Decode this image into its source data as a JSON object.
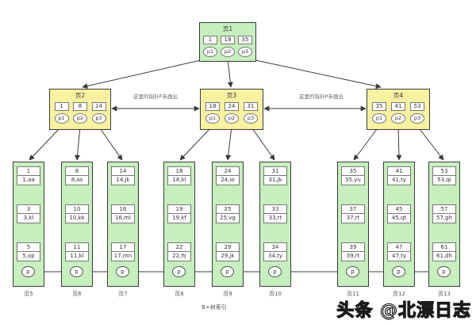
{
  "diagram": {
    "caption": "B+树索引",
    "watermark": "头条 @北漂日志",
    "pointer_note": "这里的指针P未画出",
    "colors": {
      "leaf_fill": "#c6efbd",
      "internal_fill": "#f7f1a0",
      "cell_fill": "#ffffff",
      "line": "#3a3a3a"
    }
  },
  "root": {
    "title": "页1",
    "keys": [
      "1",
      "18",
      "35"
    ],
    "pointers": [
      "p1",
      "p2",
      "p3"
    ]
  },
  "internal_nodes": [
    {
      "title": "页2",
      "keys": [
        "1",
        "8",
        "14"
      ],
      "pointers": [
        "p1",
        "p2",
        "p3"
      ]
    },
    {
      "title": "页3",
      "keys": [
        "18",
        "24",
        "31"
      ],
      "pointers": [
        "p1",
        "p2",
        "p3"
      ]
    },
    {
      "title": "页4",
      "keys": [
        "35",
        "41",
        "53"
      ],
      "pointers": [
        "p1",
        "p2",
        "p3"
      ]
    }
  ],
  "leaves": [
    {
      "title": "页5",
      "pointer": "p",
      "records": [
        {
          "key": "1",
          "row": "1,aa"
        },
        {
          "key": "3",
          "row": "3,kl"
        },
        {
          "key": "5",
          "row": "5,op"
        }
      ]
    },
    {
      "title": "页6",
      "pointer": "p",
      "records": [
        {
          "key": "8",
          "row": "8,as"
        },
        {
          "key": "10",
          "row": "10,kk"
        },
        {
          "key": "11",
          "row": "11,kl"
        }
      ]
    },
    {
      "title": "页7",
      "pointer": "p",
      "records": [
        {
          "key": "14",
          "row": "14,jk"
        },
        {
          "key": "16",
          "row": "16,ml"
        },
        {
          "key": "17",
          "row": "17,mn"
        }
      ]
    },
    {
      "title": "页8",
      "pointer": "p",
      "records": [
        {
          "key": "18",
          "row": "18,kl"
        },
        {
          "key": "19",
          "row": "19,kf"
        },
        {
          "key": "22",
          "row": "22,hj"
        }
      ]
    },
    {
      "title": "页9",
      "pointer": "p",
      "records": [
        {
          "key": "24",
          "row": "24,io"
        },
        {
          "key": "25",
          "row": "25,vg"
        },
        {
          "key": "29",
          "row": "29,jk"
        }
      ]
    },
    {
      "title": "页10",
      "pointer": "p",
      "records": [
        {
          "key": "31",
          "row": "31,jk"
        },
        {
          "key": "33",
          "row": "33,rt"
        },
        {
          "key": "34",
          "row": "34,ty"
        }
      ]
    },
    {
      "title": "页11",
      "pointer": "p",
      "records": [
        {
          "key": "35",
          "row": "35,yu"
        },
        {
          "key": "37",
          "row": "37,rt"
        },
        {
          "key": "39",
          "row": "39,rt"
        }
      ]
    },
    {
      "title": "页12",
      "pointer": "p",
      "records": [
        {
          "key": "41",
          "row": "41,ty"
        },
        {
          "key": "45",
          "row": "45,qt"
        },
        {
          "key": "47",
          "row": "47,ty"
        }
      ]
    },
    {
      "title": "页13",
      "pointer": "p",
      "records": [
        {
          "key": "53",
          "row": "53,qi"
        },
        {
          "key": "57",
          "row": "57,gh"
        },
        {
          "key": "61",
          "row": "61,dh"
        }
      ]
    }
  ]
}
